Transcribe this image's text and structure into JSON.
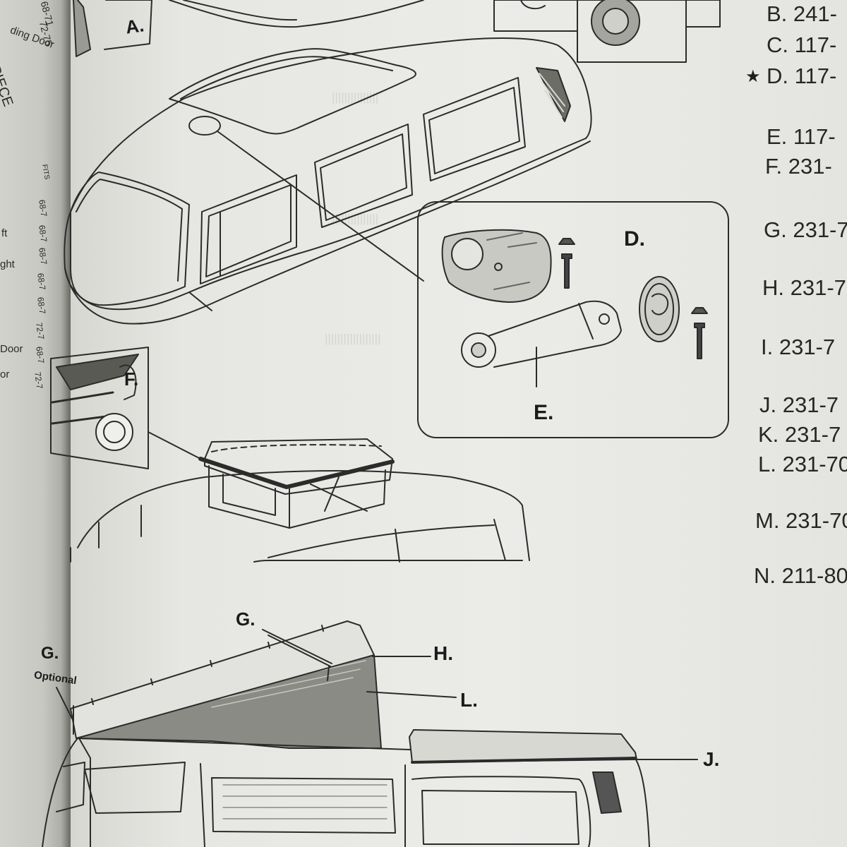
{
  "left_page": {
    "lines": [
      "68-71",
      "72-75",
      "ding Door",
      "PIECE",
      "FITS",
      "ft",
      "ght",
      "Door",
      "or"
    ],
    "fits_column": [
      "68-7",
      "68-7",
      "68-7",
      "68-7",
      "68-7",
      "72-7",
      "68-7",
      "72-7"
    ]
  },
  "callouts": {
    "a": "A.",
    "d": "D.",
    "e": "E.",
    "f": "F.",
    "g_top": "G.",
    "g_left": "G.",
    "optional": "Optional",
    "h": "H.",
    "l": "L.",
    "j": "J."
  },
  "parts_list": [
    {
      "label": "B. 241-"
    },
    {
      "label": "C. 117-"
    },
    {
      "label": "D. 117-",
      "starred": true
    },
    {
      "label": "E. 117-"
    },
    {
      "label": "F. 231-"
    },
    {
      "label": "G. 231-7"
    },
    {
      "label": "H. 231-7"
    },
    {
      "label": "I.   231-7"
    },
    {
      "label": "J.  231-7"
    },
    {
      "label": "K. 231-7"
    },
    {
      "label": "L.  231-70"
    },
    {
      "label": "M. 231-70"
    },
    {
      "label": "N. 211-80"
    }
  ],
  "star_glyph": "★"
}
